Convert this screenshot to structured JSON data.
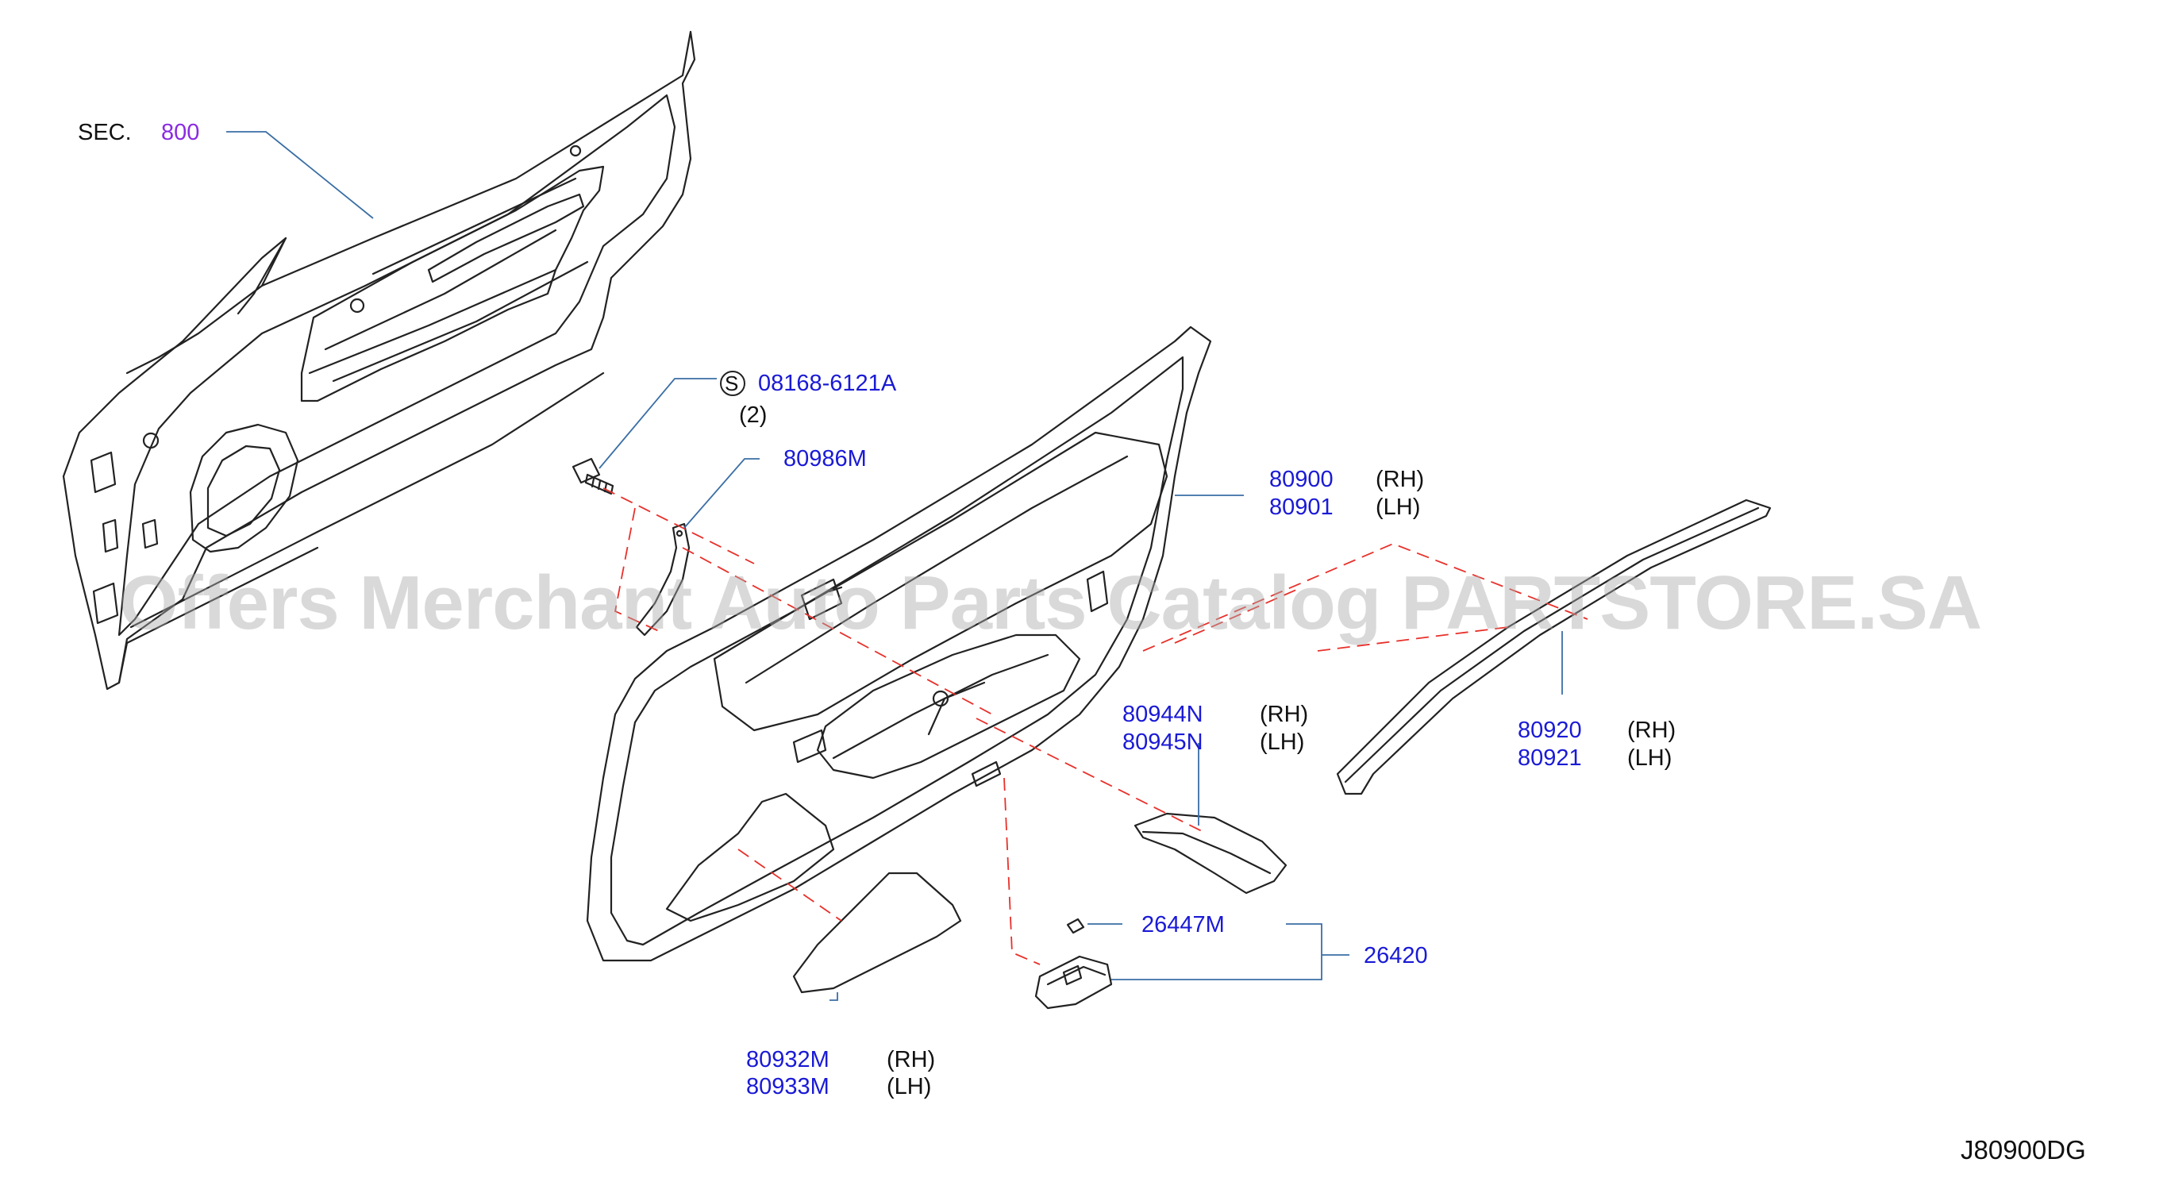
{
  "diagram": {
    "section_prefix": "SEC.",
    "section_number": "800",
    "watermark": "Offers Merchant Auto Parts Catalog PARTSTORE.SA",
    "drawing_code": "J80900DG",
    "colors": {
      "part_number": "#1a1ad6",
      "section_ref": "#8a2be2",
      "leader": "#3a6ea5",
      "dashed_guide": "#e8302a",
      "outline": "#222222"
    },
    "parts": [
      {
        "id": "screw",
        "symbol": "S",
        "number": "08168-6121A",
        "qty": "(2)"
      },
      {
        "id": "bracket",
        "number": "80986M"
      },
      {
        "id": "door-trim",
        "number_rh": "80900",
        "side_rh": "(RH)",
        "number_lh": "80901",
        "side_lh": "(LH)"
      },
      {
        "id": "armrest-pad",
        "number_rh": "80944N",
        "side_rh": "(RH)",
        "number_lh": "80945N",
        "side_lh": "(LH)"
      },
      {
        "id": "finisher",
        "number_rh": "80920",
        "side_rh": "(RH)",
        "number_lh": "80921",
        "side_lh": "(LH)"
      },
      {
        "id": "bulb",
        "number": "26447M"
      },
      {
        "id": "lamp-assy",
        "number": "26420"
      },
      {
        "id": "pocket-pad",
        "number_rh": "80932M",
        "side_rh": "(RH)",
        "number_lh": "80933M",
        "side_lh": "(LH)"
      }
    ]
  }
}
